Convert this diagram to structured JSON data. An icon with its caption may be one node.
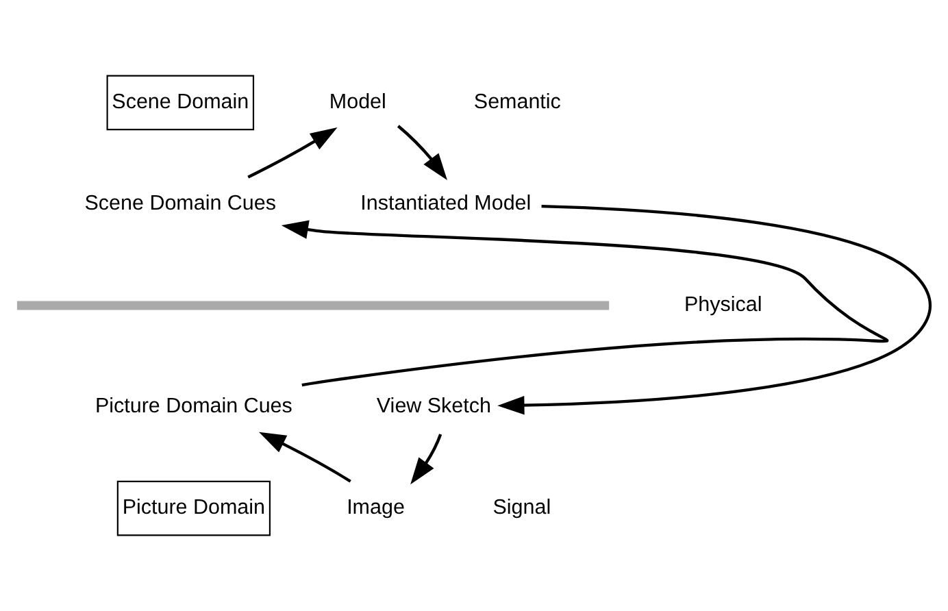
{
  "diagram": {
    "nodes": [
      {
        "text": [
          "Scene Domain"
        ]
      },
      {
        "text": [
          "Model"
        ]
      },
      {
        "text": [
          "Scene Domain Cues"
        ]
      },
      {
        "text": [
          "Instantiated Model"
        ]
      },
      {
        "text": [],
        "shape": "bar",
        "beside": [
          "Physical"
        ]
      },
      {
        "text": [
          "Picture Domain Cues"
        ]
      },
      {
        "text": [
          "View Sketch"
        ]
      },
      {
        "text": [
          "Picture Domain"
        ]
      },
      {
        "text": [
          "Image"
        ]
      }
    ],
    "edges": [
      {
        "from": 2,
        "to": 1,
        "arrow": "to"
      },
      {
        "from": 1,
        "to": 3,
        "arrow": "to"
      },
      {
        "from": 3,
        "to": 6,
        "arrow": "to"
      },
      {
        "from": 6,
        "to": 8,
        "arrow": "to"
      },
      {
        "from": 8,
        "to": 5,
        "arrow": "to"
      },
      {
        "from": 5,
        "to": 2,
        "arrow": "to"
      }
    ],
    "labels": [
      "Semantic",
      "Signal"
    ]
  }
}
